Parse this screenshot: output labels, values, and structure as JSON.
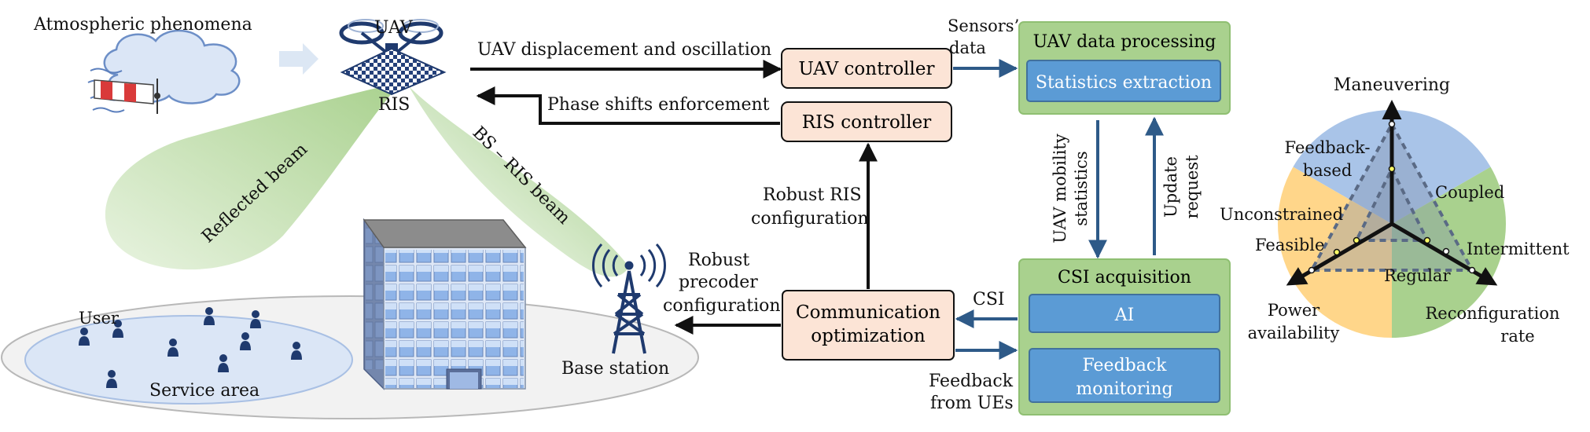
{
  "scene": {
    "atmospheric": "Atmospheric phenomena",
    "uav": "UAV",
    "ris": "RIS",
    "reflected_beam": "Reflected beam",
    "bs_ris_beam": "BS – RIS beam",
    "user": "User",
    "service_area": "Service area",
    "base_station": "Base station"
  },
  "flow": {
    "displacement": "UAV displacement and oscillation",
    "phase_shifts": "Phase shifts enforcement",
    "sensors_data": [
      "Sensors’",
      "data"
    ],
    "robust_ris": [
      "Robust RIS",
      "configuration"
    ],
    "robust_precoder": [
      "Robust",
      "precoder",
      "configuration"
    ],
    "csi": "CSI",
    "feedback_ues": [
      "Feedback",
      "from UEs"
    ],
    "mobility_stats": [
      "UAV mobility",
      "statistics"
    ],
    "update_request": [
      "Update",
      "request"
    ]
  },
  "boxes": {
    "uav_controller": "UAV controller",
    "ris_controller": "RIS controller",
    "comm_opt": [
      "Communication",
      "optimization"
    ],
    "uav_processing": "UAV data processing",
    "statistics_extraction": "Statistics extraction",
    "csi_acquisition": "CSI acquisition",
    "ai": "AI",
    "feedback_monitoring": [
      "Feedback",
      "monitoring"
    ]
  },
  "radar": {
    "maneuvering": "Maneuvering",
    "feedback_based": [
      "Feedback-",
      "based"
    ],
    "coupled": "Coupled",
    "unconstrained": "Unconstrained",
    "feasible": "Feasible",
    "intermittent": "Intermittent",
    "regular": "Regular",
    "power": [
      "Power",
      "availability"
    ],
    "reconfig": [
      "Reconfiguration",
      "rate"
    ]
  },
  "colors": {
    "peach_box": "#fce4d6",
    "green_box": "#a9d18e",
    "blue_box": "#5b9bd5",
    "arrow_blue": "#2e5a88",
    "radar_blue": "#a9c4e8",
    "radar_green": "#a9d18e",
    "radar_yellow": "#ffd68a"
  }
}
